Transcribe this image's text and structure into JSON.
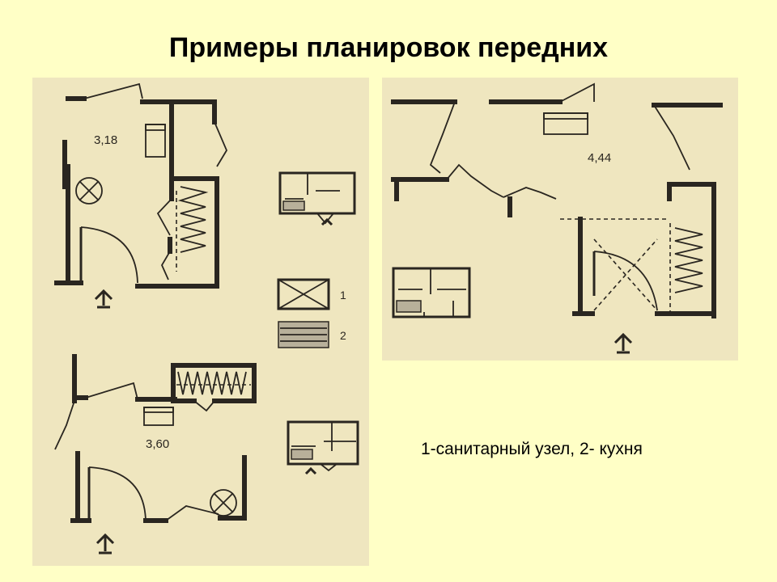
{
  "title": "Примеры планировок передних",
  "caption": "1-санитарный узел, 2- кухня",
  "plans": {
    "plan_a_area": "3,18",
    "plan_b_area": "3,60",
    "plan_c_area": "4,44"
  },
  "legend": {
    "item1_number": "1",
    "item2_number": "2"
  },
  "colors": {
    "background": "#ffffc6",
    "paper": "#efe6bf",
    "ink": "#2a2620"
  }
}
